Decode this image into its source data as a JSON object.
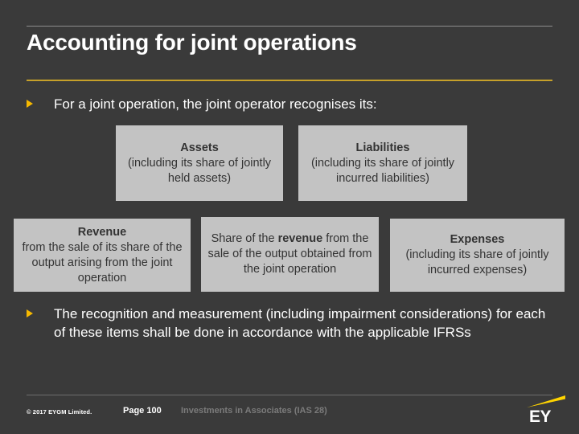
{
  "slide": {
    "title": "Accounting for joint operations",
    "background_color": "#3a3a3a",
    "accent_color": "#c6a02a",
    "bullet_marker_color": "#f5b800",
    "box_color": "#c3c3c3"
  },
  "bullets": [
    {
      "marker": "triangle-right-icon",
      "text": "For a joint operation, the joint operator recognises its:"
    },
    {
      "marker": "triangle-right-icon",
      "text": "The recognition and measurement (including impairment considerations) for each of these items shall be done in accordance with the applicable IFRSs"
    }
  ],
  "boxes_top": [
    {
      "title": "Assets",
      "body": "(including its share of jointly held assets)"
    },
    {
      "title": "Liabilities",
      "body": "(including its share of jointly incurred liabilities)"
    }
  ],
  "boxes_bottom": [
    {
      "title": "Revenue",
      "body": "from the sale of its share of the output arising from the joint operation"
    },
    {
      "rich_prefix": "Share of the ",
      "rich_bold": "revenue",
      "rich_suffix": " from the sale of the output obtained from the joint operation"
    },
    {
      "title": "Expenses",
      "body": "(including its share of jointly incurred expenses)"
    }
  ],
  "footer": {
    "copyright": "© 2017 EYGM Limited.",
    "page": "Page 100",
    "section": "Investments in Associates (IAS 28)",
    "logo_text": "EY",
    "logo_beam_color": "#ffd400"
  }
}
